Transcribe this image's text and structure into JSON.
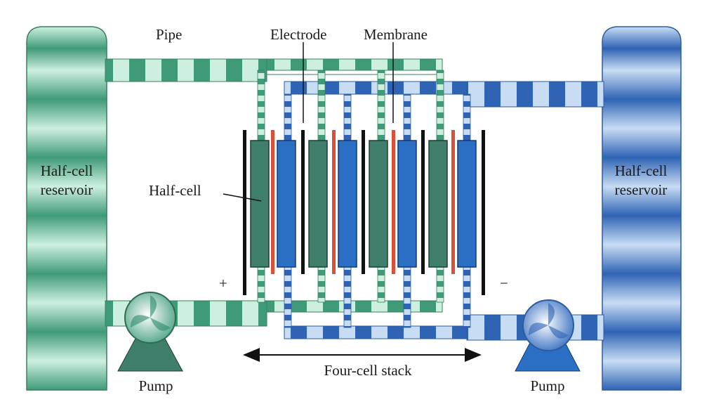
{
  "diagram": {
    "labels": {
      "pipe": "Pipe",
      "electrode": "Electrode",
      "membrane": "Membrane",
      "half_cell": "Half-cell",
      "left_reservoir_line1": "Half-cell",
      "left_reservoir_line2": "reservoir",
      "right_reservoir_line1": "Half-cell",
      "right_reservoir_line2": "reservoir",
      "plus": "+",
      "minus": "−",
      "stack": "Four-cell stack",
      "left_pump": "Pump",
      "right_pump": "Pump"
    },
    "colors": {
      "green_dark": "#3f9a78",
      "green_light": "#cdf0de",
      "blue_dark": "#2f63b4",
      "blue_light": "#c8ddf4",
      "cell_green": "#3f7e6b",
      "cell_blue": "#2a6fc4",
      "membrane_red": "#d8503a",
      "electrode_black": "#111111"
    },
    "cell_count": 4
  }
}
